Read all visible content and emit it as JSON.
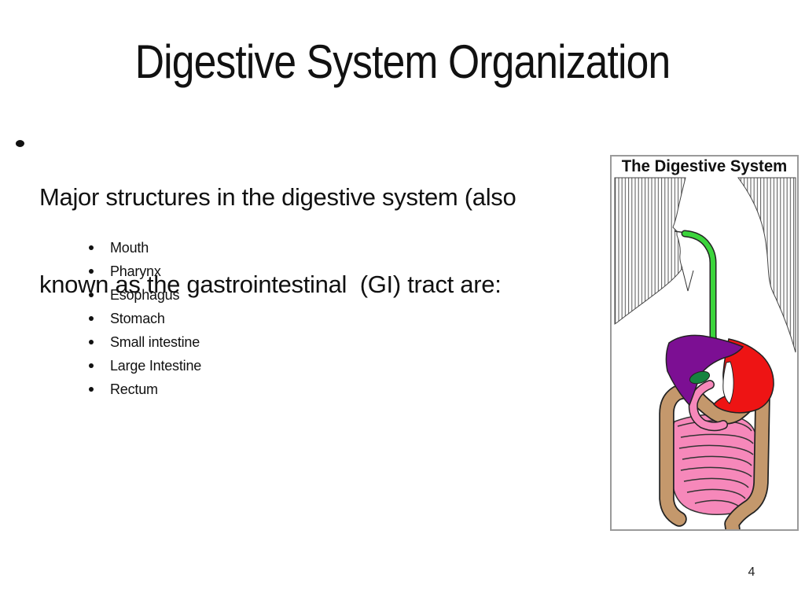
{
  "slide": {
    "title": "Digestive System Organization",
    "bullet_lines": [
      "Major structures in the digestive system (also",
      "known as the gastrointestinal  (GI) tract are:"
    ],
    "sub_bullets": [
      "Mouth",
      "Pharynx",
      "Esophagus",
      "Stomach",
      "Small intestine",
      "Large Intestine",
      "Rectum"
    ],
    "page_number": "4"
  },
  "figure": {
    "title": "The Digestive System",
    "colors": {
      "esophagus": "#3BD43B",
      "liver": "#7C0F93",
      "gallbladder": "#15833F",
      "stomach": "#EE1414",
      "pancreas": "#FCF032",
      "small_intestine": "#F688BA",
      "large_intestine": "#C4986C",
      "outline": "#222222",
      "hatch": "#555555"
    }
  }
}
